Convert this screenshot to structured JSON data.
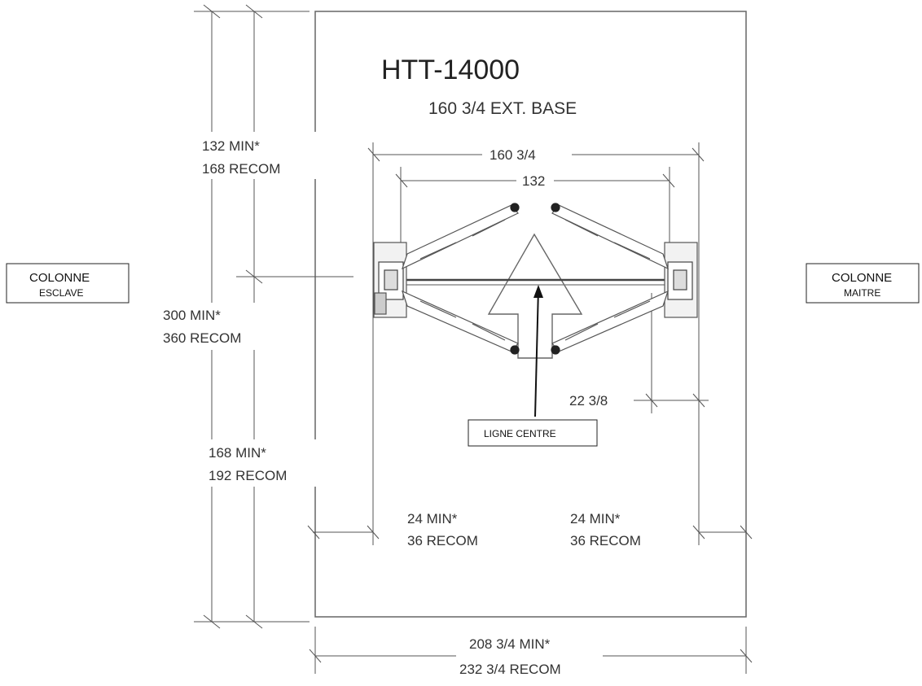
{
  "drawing": {
    "title": "HTT-14000",
    "subtitle": "160 3/4 EXT. BASE",
    "dims": {
      "outer_width": "160 3/4",
      "inner_width": "132",
      "column_offset": "22 3/8",
      "top_min": "132 MIN*",
      "top_recom": "168 RECOM",
      "total_min": "300 MIN*",
      "total_recom": "360 RECOM",
      "bottom_min": "168 MIN*",
      "bottom_recom": "192 RECOM",
      "left_side_min": "24 MIN*",
      "left_side_recom": "36 RECOM",
      "right_side_min": "24 MIN*",
      "right_side_recom": "36 RECOM",
      "base_min": "208 3/4 MIN*",
      "base_recom": "232 3/4 RECOM"
    },
    "labels": {
      "slave_line1": "COLONNE",
      "slave_line2": "ESCLAVE",
      "master_line1": "COLONNE",
      "master_line2": "MAITRE",
      "center_line": "LIGNE CENTRE"
    },
    "colors": {
      "line": "#555555",
      "text": "#333333"
    }
  }
}
